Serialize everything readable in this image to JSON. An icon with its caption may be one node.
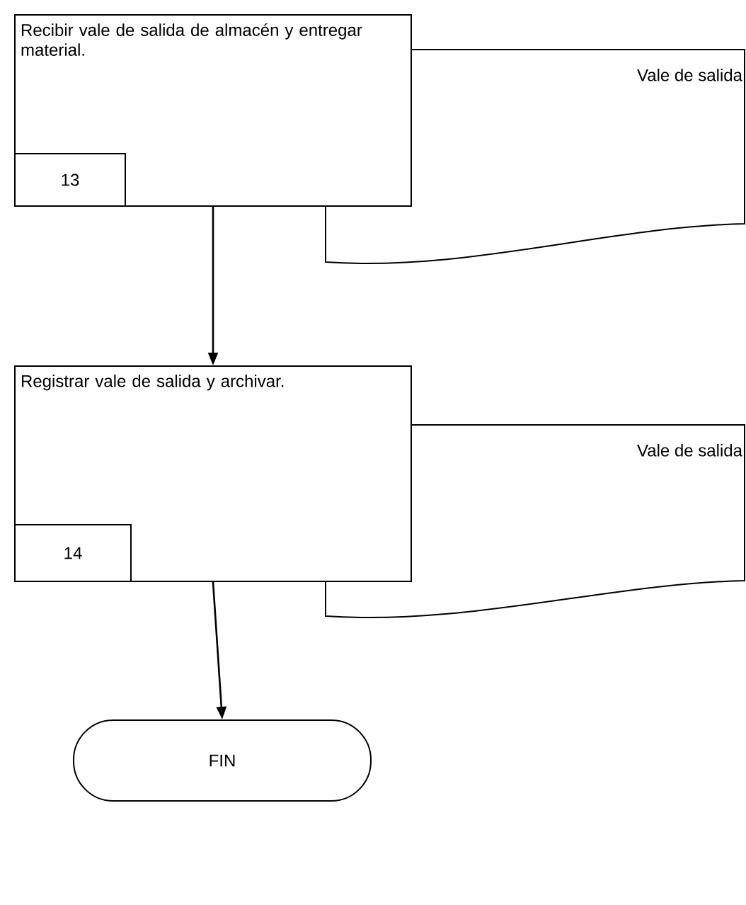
{
  "diagram": {
    "nodes": [
      {
        "text": [
          "Recibir vale de salida de almacén y entregar material."
        ]
      },
      {
        "text": [
          "13"
        ],
        "in": 0
      },
      {
        "text": [
          "Vale de salida"
        ]
      },
      {
        "text": [
          "Registrar vale de salida y archivar."
        ]
      },
      {
        "text": [
          "14"
        ],
        "in": 3
      },
      {
        "text": [
          "Vale de salida"
        ]
      },
      {
        "text": [
          "FIN"
        ]
      }
    ],
    "edges": [
      {
        "from": 0,
        "to": 3,
        "arrow": "to"
      },
      {
        "from": 3,
        "to": 6,
        "arrow": "to"
      }
    ]
  }
}
